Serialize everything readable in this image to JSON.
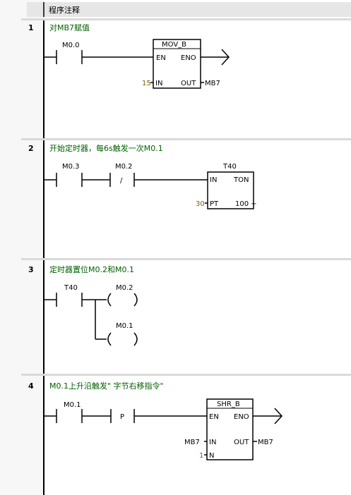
{
  "header": {
    "title": "程序注释"
  },
  "networks": [
    {
      "number": "1",
      "title": "对MB7赋值",
      "contacts": [
        {
          "label": "M0.0",
          "type": "NO"
        }
      ],
      "box": {
        "name": "MOV_B",
        "pins_left": [
          "EN",
          "IN"
        ],
        "pins_right": [
          "ENO",
          "OUT"
        ],
        "in_value": "15",
        "out_value": "MB7"
      }
    },
    {
      "number": "2",
      "title": "开始定时器，每6s触发一次M0.1",
      "contacts": [
        {
          "label": "M0.3",
          "type": "NO"
        },
        {
          "label": "M0.2",
          "type": "NC",
          "symbol": "/"
        }
      ],
      "box": {
        "name": "T40",
        "type": "TON",
        "pins_left": [
          "IN",
          "PT"
        ],
        "pt_value": "30",
        "time_base": "100 ~"
      }
    },
    {
      "number": "3",
      "title": "定时器置位M0.2和M0.1",
      "contacts": [
        {
          "label": "T40",
          "type": "NO"
        }
      ],
      "coils": [
        {
          "label": "M0.2"
        },
        {
          "label": "M0.1"
        }
      ]
    },
    {
      "number": "4",
      "title": "M0.1上升沿触发\" 字节右移指令\"",
      "contacts": [
        {
          "label": "M0.1",
          "type": "NO"
        },
        {
          "label": "P",
          "type": "edge"
        }
      ],
      "box": {
        "name": "SHR_B",
        "pins_left": [
          "EN",
          "IN",
          "N"
        ],
        "pins_right": [
          "ENO",
          "OUT"
        ],
        "in_value": "MB7",
        "n_value": "1",
        "out_value": "MB7"
      }
    }
  ],
  "colors": {
    "title_green": "#006000",
    "constant_olive": "#806000",
    "network_bg": "#f3f3f3"
  }
}
